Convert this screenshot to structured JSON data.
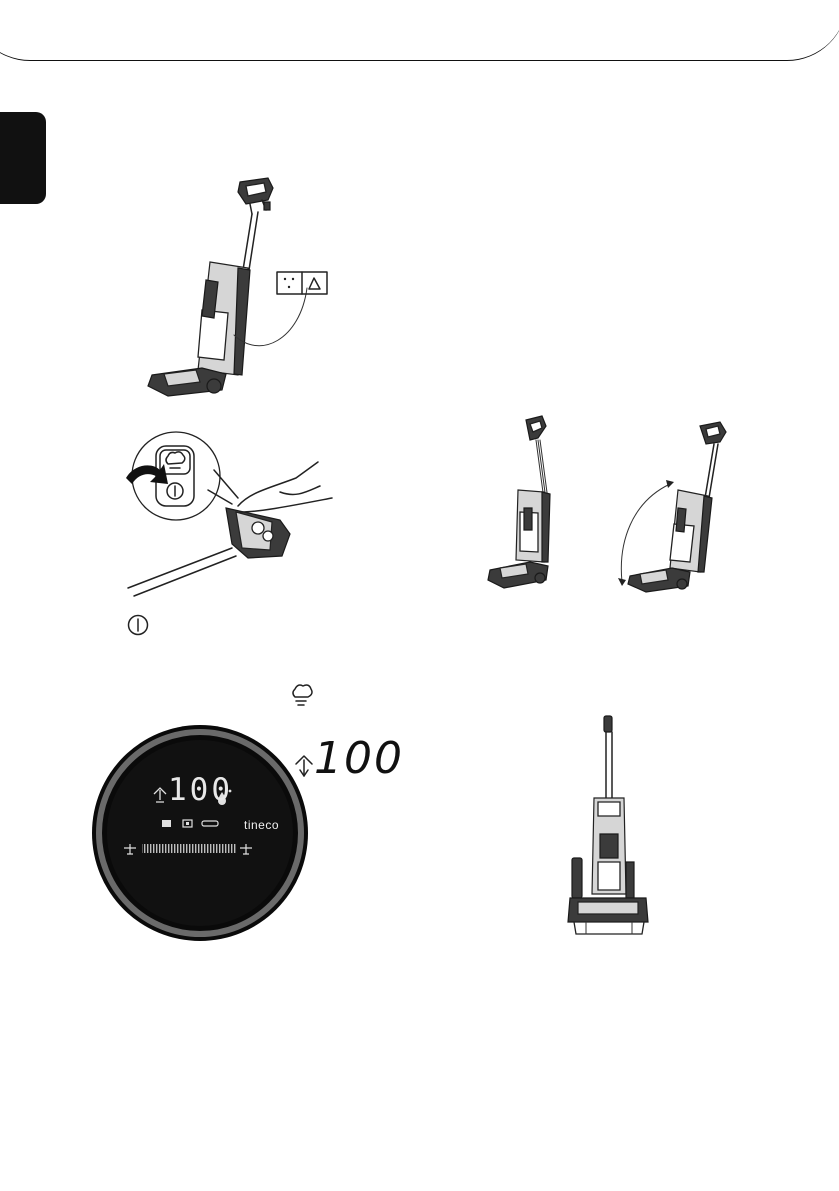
{
  "page": {
    "brand_logo": "tineco",
    "display_value": "100",
    "panel_value": "100"
  },
  "icons": {
    "power": "power-icon",
    "steam": "steam-icon",
    "water_drop": "water-drop-icon",
    "socket": "wall-socket-icon"
  },
  "colors": {
    "panel_bg": "#0a0a0a",
    "panel_ring": "#6a6a6a",
    "tab_bg": "#111111"
  }
}
